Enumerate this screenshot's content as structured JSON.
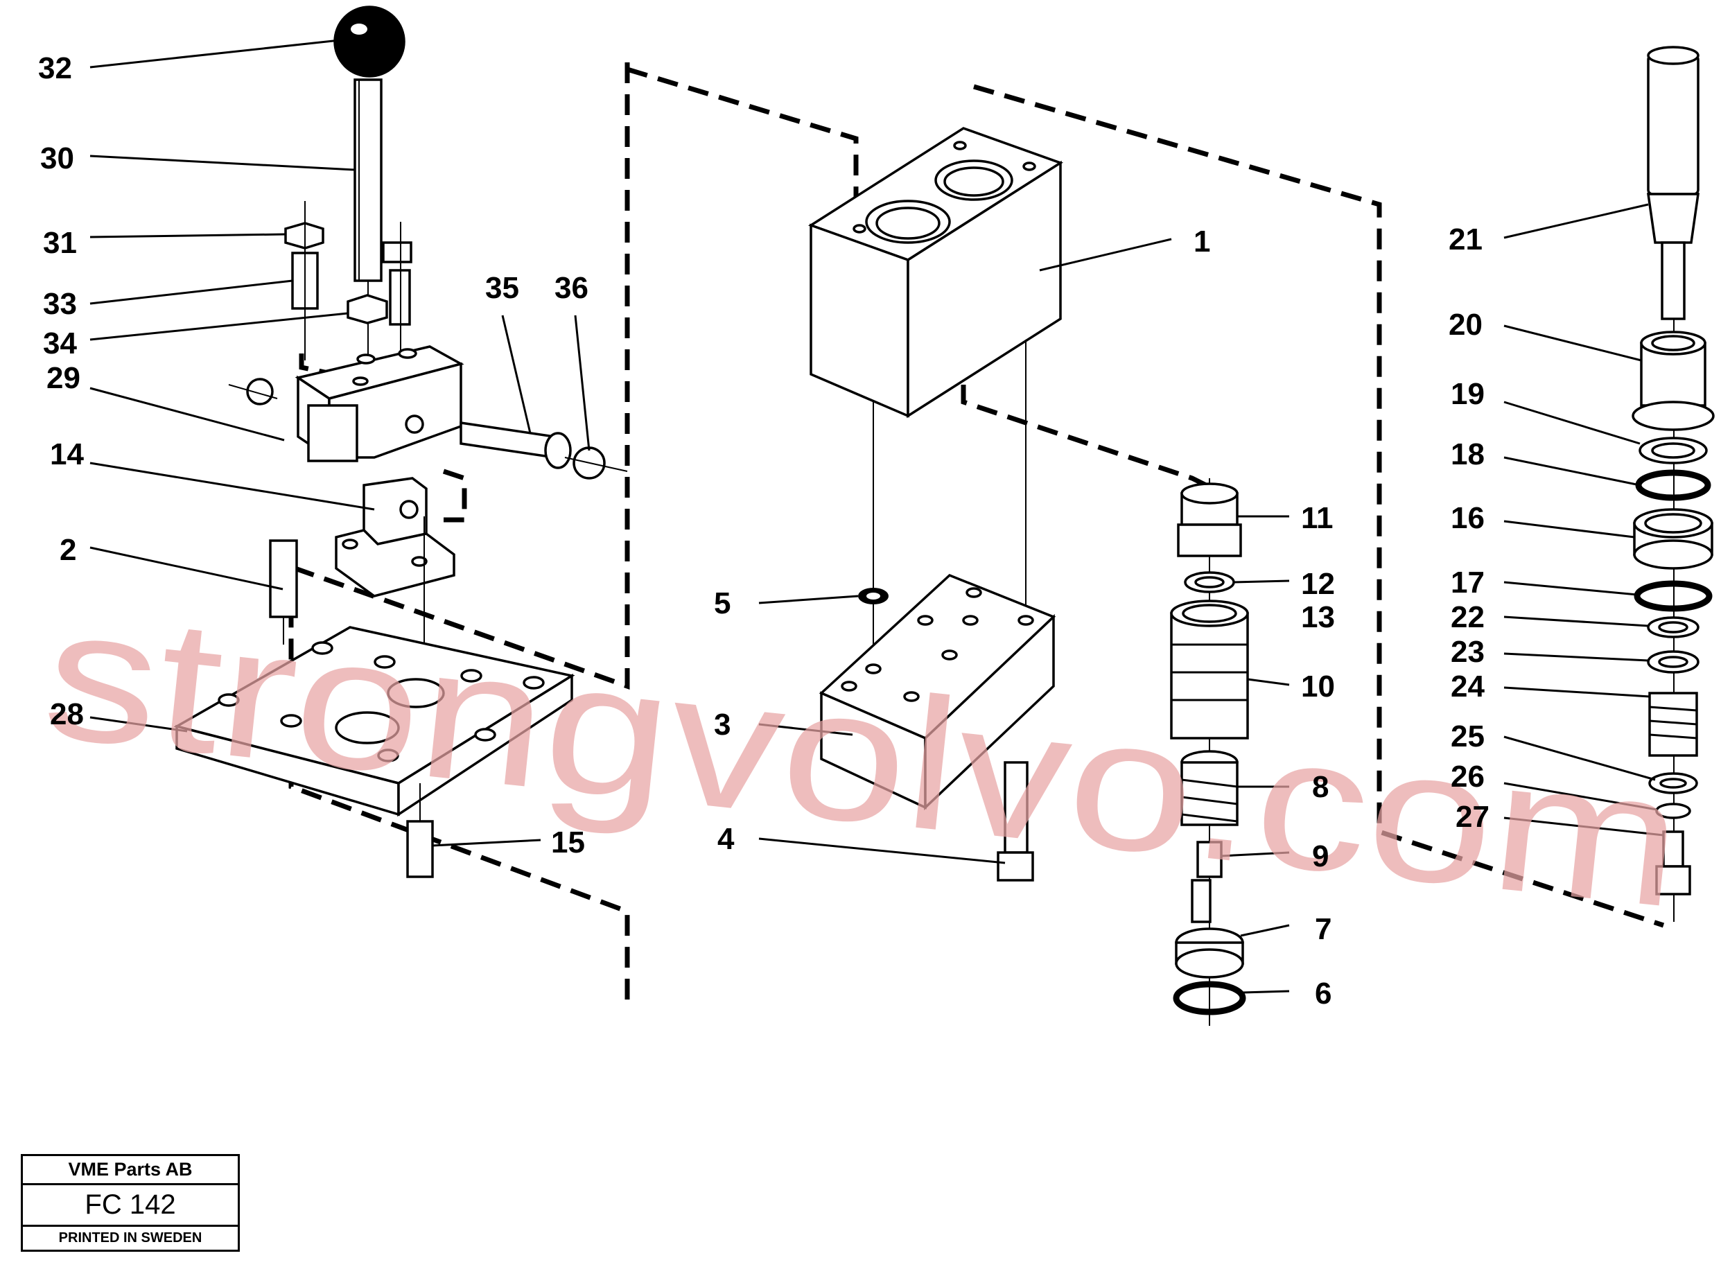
{
  "diagram": {
    "callouts": {
      "c32": "32",
      "c30": "30",
      "c31": "31",
      "c33": "33",
      "c34": "34",
      "c29": "29",
      "c35": "35",
      "c36": "36",
      "c14": "14",
      "c2": "2",
      "c28": "28",
      "c15": "15",
      "c1": "1",
      "c5": "5",
      "c3": "3",
      "c4": "4",
      "c11": "11",
      "c12": "12",
      "c13": "13",
      "c10": "10",
      "c8": "8",
      "c9": "9",
      "c7": "7",
      "c6": "6",
      "c21": "21",
      "c20": "20",
      "c19": "19",
      "c18": "18",
      "c16": "16",
      "c17": "17",
      "c22": "22",
      "c23": "23",
      "c24": "24",
      "c25": "25",
      "c26": "26",
      "c27": "27"
    }
  },
  "watermark": {
    "text": "strongvolvo.com",
    "color": "#e8a3a3"
  },
  "title_block": {
    "company": "VME Parts AB",
    "code": "FC 142",
    "printed": "PRINTED IN SWEDEN"
  }
}
